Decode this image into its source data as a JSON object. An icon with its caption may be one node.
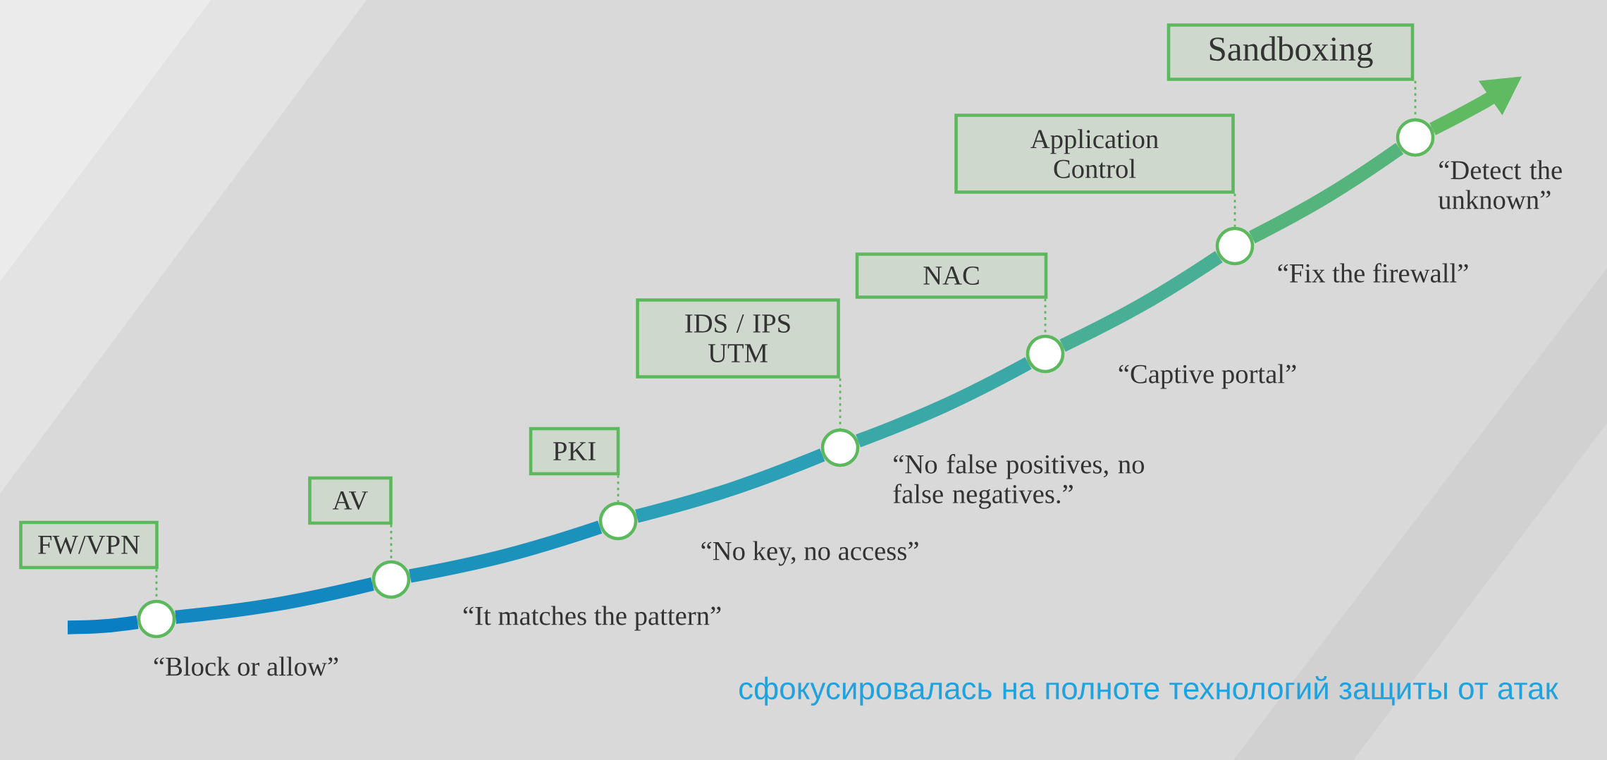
{
  "diagram": {
    "caption": "сфокусировалась на полноте технологий защиты от атак",
    "nodes": [
      {
        "text": [
          "FW/VPN"
        ]
      },
      {
        "text": [
          "AV"
        ]
      },
      {
        "text": [
          "PKI"
        ]
      },
      {
        "text": [
          "IDS / IPS UTM"
        ]
      },
      {
        "text": [
          "NAC"
        ]
      },
      {
        "text": [
          "Application Control"
        ]
      },
      {
        "text": [
          "Sandboxing"
        ]
      },
      {
        "text": [],
        "shape": "circle",
        "beside": [
          "“Block or allow”"
        ]
      },
      {
        "text": [],
        "shape": "circle",
        "beside": [
          "“It matches the pattern”"
        ]
      },
      {
        "text": [],
        "shape": "circle",
        "beside": [
          "“No key, no access”"
        ]
      },
      {
        "text": [],
        "shape": "circle",
        "beside": [
          "“No false positives, no false negatives.”"
        ]
      },
      {
        "text": [],
        "shape": "circle",
        "beside": [
          "“Captive portal”"
        ]
      },
      {
        "text": [],
        "shape": "circle",
        "beside": [
          "“Fix the firewall”"
        ]
      },
      {
        "text": [],
        "shape": "circle",
        "beside": [
          "“Detect the unknown”"
        ]
      }
    ],
    "edges": [
      {
        "from": 0,
        "to": 7,
        "arrow": "none",
        "style": "dashed"
      },
      {
        "from": 1,
        "to": 8,
        "arrow": "none",
        "style": "dashed"
      },
      {
        "from": 2,
        "to": 9,
        "arrow": "none",
        "style": "dashed"
      },
      {
        "from": 3,
        "to": 10,
        "arrow": "none",
        "style": "dashed"
      },
      {
        "from": 4,
        "to": 11,
        "arrow": "none",
        "style": "dashed"
      },
      {
        "from": 5,
        "to": 12,
        "arrow": "none",
        "style": "dashed"
      },
      {
        "from": 6,
        "to": 13,
        "arrow": "none",
        "style": "dashed"
      },
      {
        "from": null,
        "to": 7,
        "arrow": "none",
        "color": "#0a7ec2"
      },
      {
        "from": 7,
        "to": 8,
        "arrow": "none",
        "color": "#1287c0"
      },
      {
        "from": 8,
        "to": 9,
        "arrow": "none",
        "color": "#1b92bb"
      },
      {
        "from": 9,
        "to": 10,
        "arrow": "none",
        "color": "#2a9fb5"
      },
      {
        "from": 10,
        "to": 11,
        "arrow": "none",
        "color": "#3aa8a6"
      },
      {
        "from": 11,
        "to": 12,
        "arrow": "none",
        "color": "#48af95"
      },
      {
        "from": 12,
        "to": 13,
        "arrow": "none",
        "color": "#55b47c"
      },
      {
        "from": 13,
        "to": null,
        "arrow": "to",
        "color": "#5fba62"
      }
    ]
  }
}
